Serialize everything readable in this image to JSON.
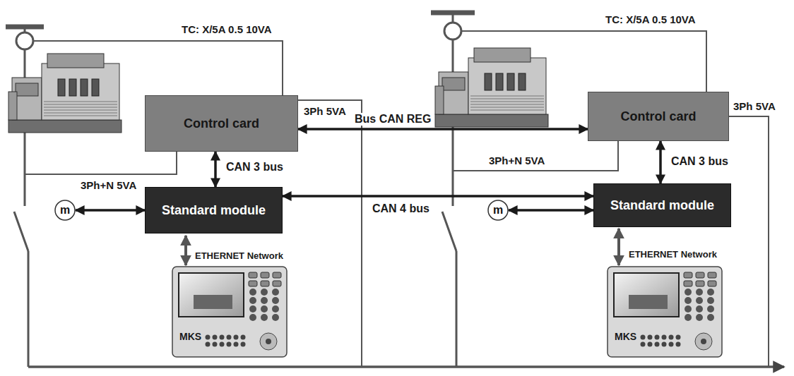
{
  "diagram": {
    "nodes": [
      {
        "text": [
          "Control card"
        ]
      },
      {
        "text": [
          "Standard module"
        ]
      },
      {
        "text": [
          "m"
        ]
      },
      {
        "text": [
          "Control card"
        ]
      },
      {
        "text": [
          "Standard module"
        ]
      },
      {
        "text": [
          "m"
        ]
      }
    ],
    "edges": [
      {
        "from": 0,
        "to": 1,
        "arrow": "both",
        "label": "CAN 3 bus"
      },
      {
        "from": 2,
        "to": 1,
        "arrow": "both"
      },
      {
        "from": 0,
        "to": 3,
        "arrow": "both",
        "label": "Bus CAN REG"
      },
      {
        "from": 1,
        "to": 4,
        "arrow": "both",
        "label": "CAN 4 bus"
      },
      {
        "from": 3,
        "to": 4,
        "arrow": "both",
        "label": "CAN 3 bus"
      },
      {
        "from": 5,
        "to": 4,
        "arrow": "both"
      }
    ],
    "labels": [
      "TC: X/5A 0.5 10VA",
      "TC: X/5A 0.5 10VA",
      "3Ph 5VA",
      "3Ph+N 5VA",
      "ETHERNET Network",
      "MKS",
      "3Ph+N 5VA",
      "3Ph 5VA",
      "ETHERNET Network",
      "MKS"
    ]
  }
}
